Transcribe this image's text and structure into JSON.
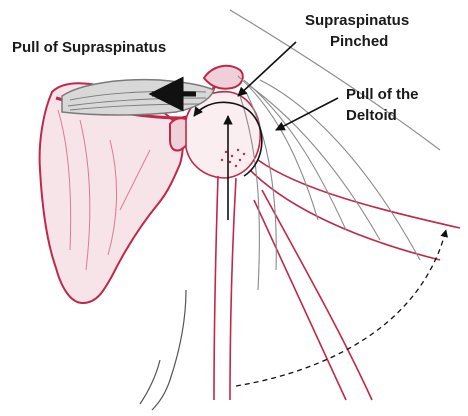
{
  "labels": {
    "pull_supraspinatus": "Pull of Supraspinatus",
    "supraspinatus_pinched_line1": "Supraspinatus",
    "supraspinatus_pinched_line2": "Pinched",
    "pull_deltoid_line1": "Pull of the",
    "pull_deltoid_line2": "Deltoid"
  },
  "colors": {
    "bone": "#c0284a",
    "bone_fill": "#f7e4e8",
    "muscle": "#7a7a7a",
    "muscle_fill": "#d8d8d8",
    "arrow": "#111111",
    "text": "#1a1a1a"
  },
  "icons": {
    "supraspinatus_pull": "arrow-left-icon",
    "pinch_pointer": "arrow-pointer-icon",
    "deltoid_pointer": "arrow-pointer-icon",
    "rotation": "curved-arrow-icon",
    "upward_force": "arrow-up-icon",
    "abduction_path": "dashed-arc-arrow-icon"
  }
}
